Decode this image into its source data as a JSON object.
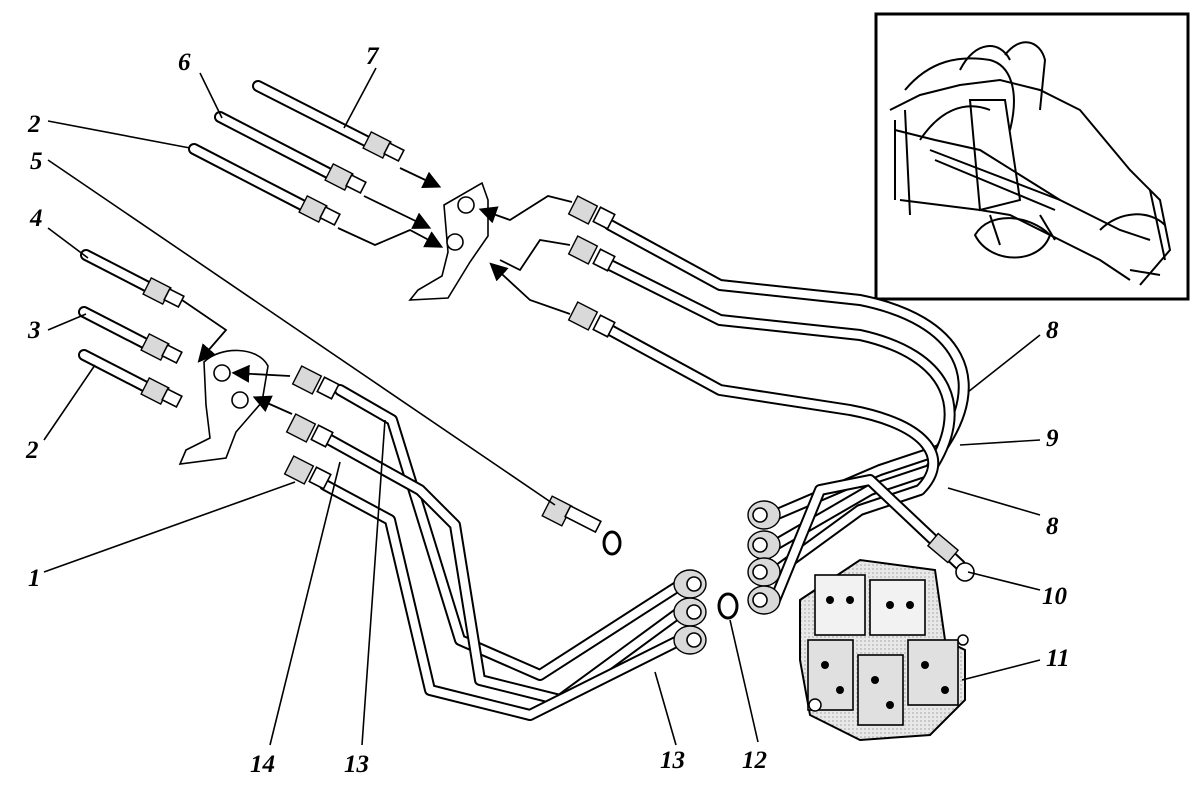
{
  "diagram": {
    "callouts": [
      {
        "id": "c1",
        "text": "1"
      },
      {
        "id": "c2a",
        "text": "2"
      },
      {
        "id": "c2b",
        "text": "2"
      },
      {
        "id": "c3",
        "text": "3"
      },
      {
        "id": "c4",
        "text": "4"
      },
      {
        "id": "c5",
        "text": "5"
      },
      {
        "id": "c6",
        "text": "6"
      },
      {
        "id": "c7",
        "text": "7"
      },
      {
        "id": "c8a",
        "text": "8"
      },
      {
        "id": "c8b",
        "text": "8"
      },
      {
        "id": "c9",
        "text": "9"
      },
      {
        "id": "c10",
        "text": "10"
      },
      {
        "id": "c11",
        "text": "11"
      },
      {
        "id": "c12",
        "text": "12"
      },
      {
        "id": "c13a",
        "text": "13"
      },
      {
        "id": "c13b",
        "text": "13"
      },
      {
        "id": "c14",
        "text": "14"
      }
    ]
  }
}
